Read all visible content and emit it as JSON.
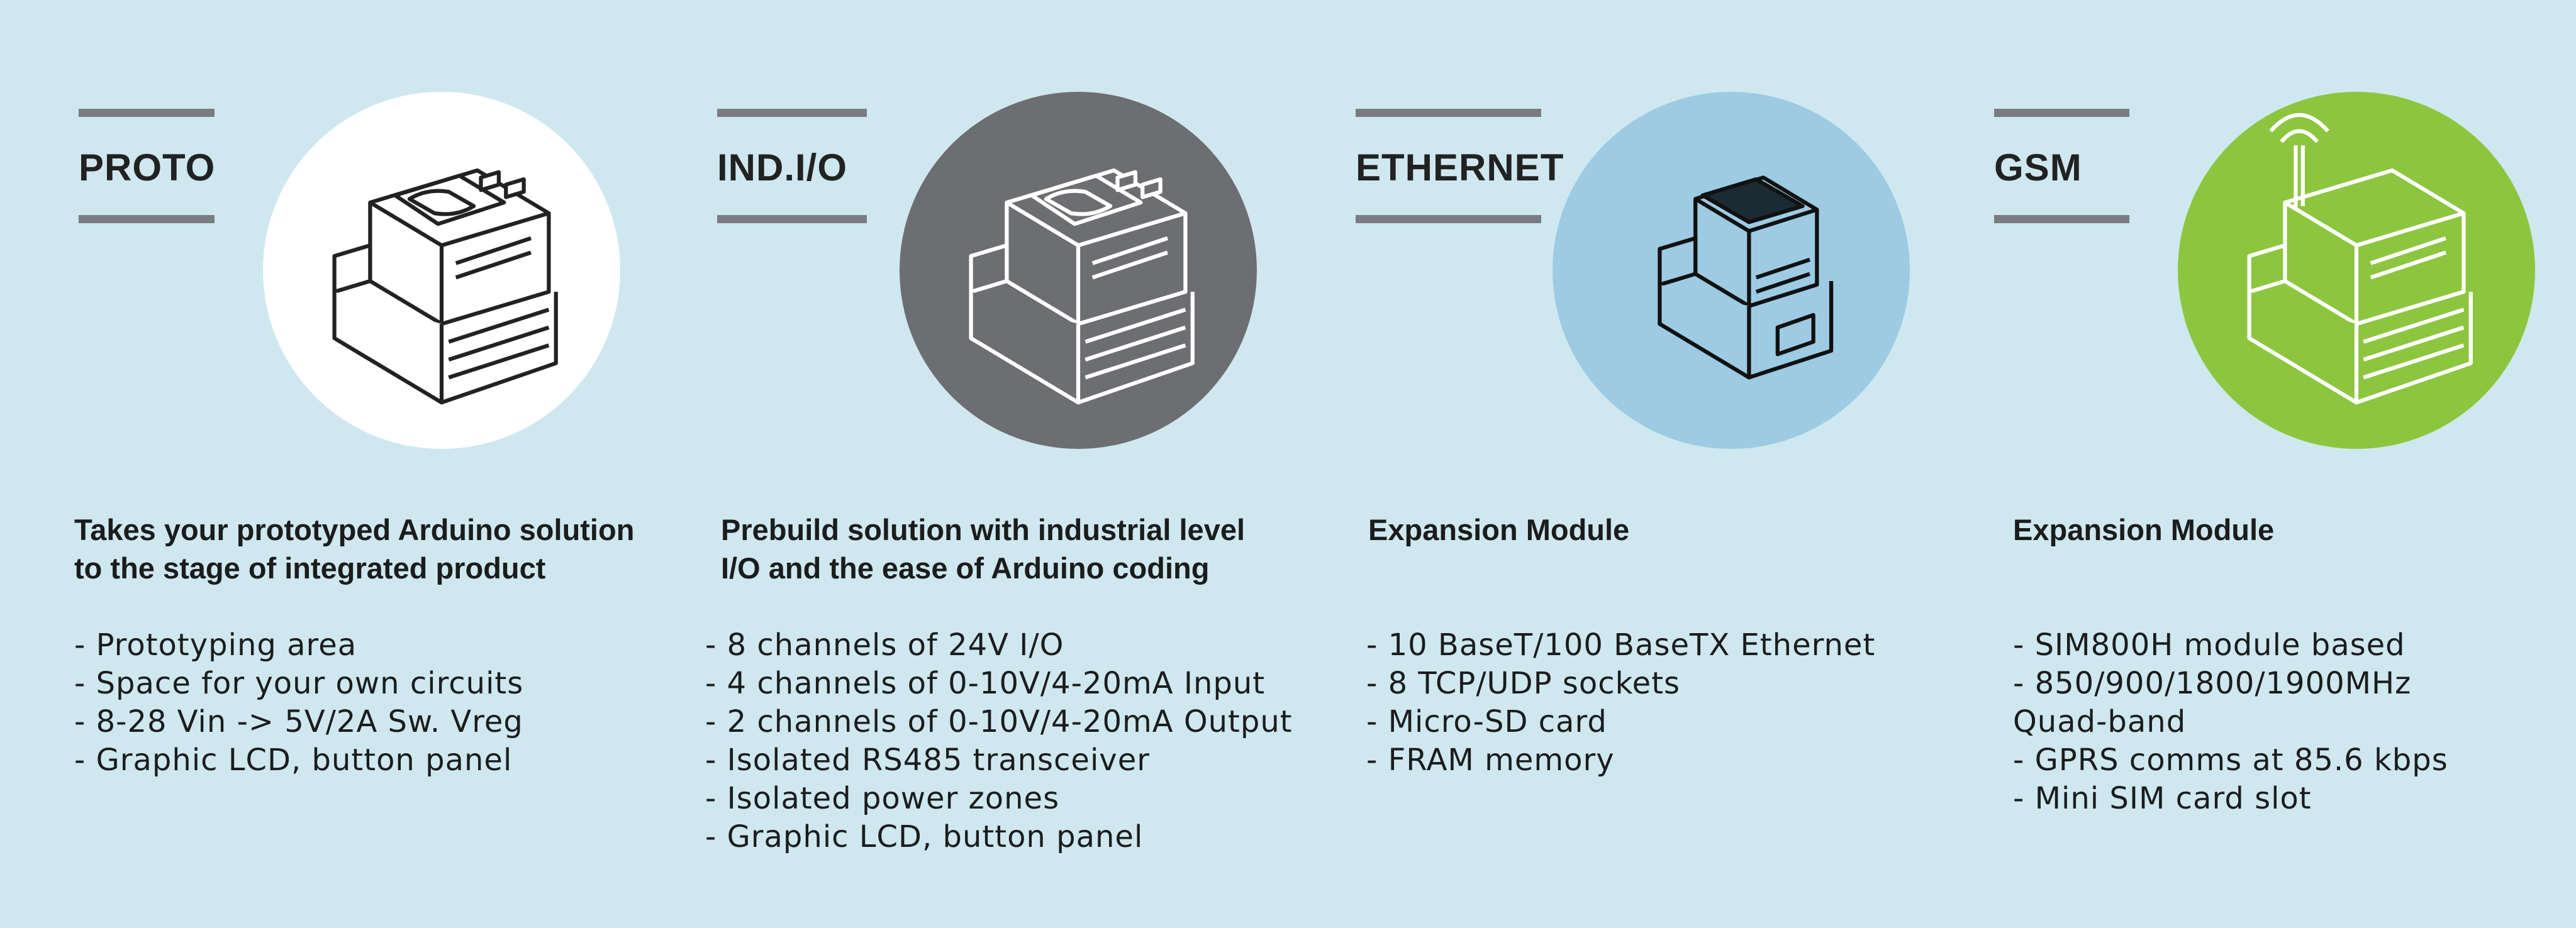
{
  "products": [
    {
      "id": "proto",
      "label": "PROTO",
      "circle_color": "#ffffff",
      "device_icon": "din-rail-module-icon",
      "headline": [
        "Takes your prototyped Arduino solution",
        "to the stage of integrated product"
      ],
      "features": [
        "- Prototyping area",
        "- Space for your own circuits",
        "- 8-28 Vin -> 5V/2A Sw. Vreg",
        "- Graphic LCD, button panel"
      ]
    },
    {
      "id": "ind-io",
      "label": "IND.I/O",
      "circle_color": "#6d6e71",
      "device_icon": "din-rail-module-icon",
      "headline": [
        "Prebuild solution with industrial level",
        "I/O and the ease of Arduino coding"
      ],
      "features": [
        "- 8 channels of 24V I/O",
        "- 4 channels of 0-10V/4-20mA Input",
        "- 2 channels of 0-10V/4-20mA Output",
        "- Isolated RS485 transceiver",
        "- Isolated power zones",
        "- Graphic LCD, button panel"
      ]
    },
    {
      "id": "ethernet",
      "label": "ETHERNET",
      "circle_color": "#9ccbe3",
      "device_icon": "ethernet-module-icon",
      "headline": [
        "Expansion Module"
      ],
      "features": [
        "- 10 BaseT/100 BaseTX Ethernet",
        "- 8 TCP/UDP sockets",
        "- Micro-SD card",
        "- FRAM memory"
      ]
    },
    {
      "id": "gsm",
      "label": "GSM",
      "circle_color": "#8cc63f",
      "device_icon": "gsm-module-icon",
      "headline": [
        "Expansion Module"
      ],
      "features": [
        "- SIM800H module based",
        "- 850/900/1800/1900MHz",
        "Quad-band",
        "- GPRS comms at 85.6 kbps",
        "- Mini SIM card slot"
      ]
    }
  ]
}
